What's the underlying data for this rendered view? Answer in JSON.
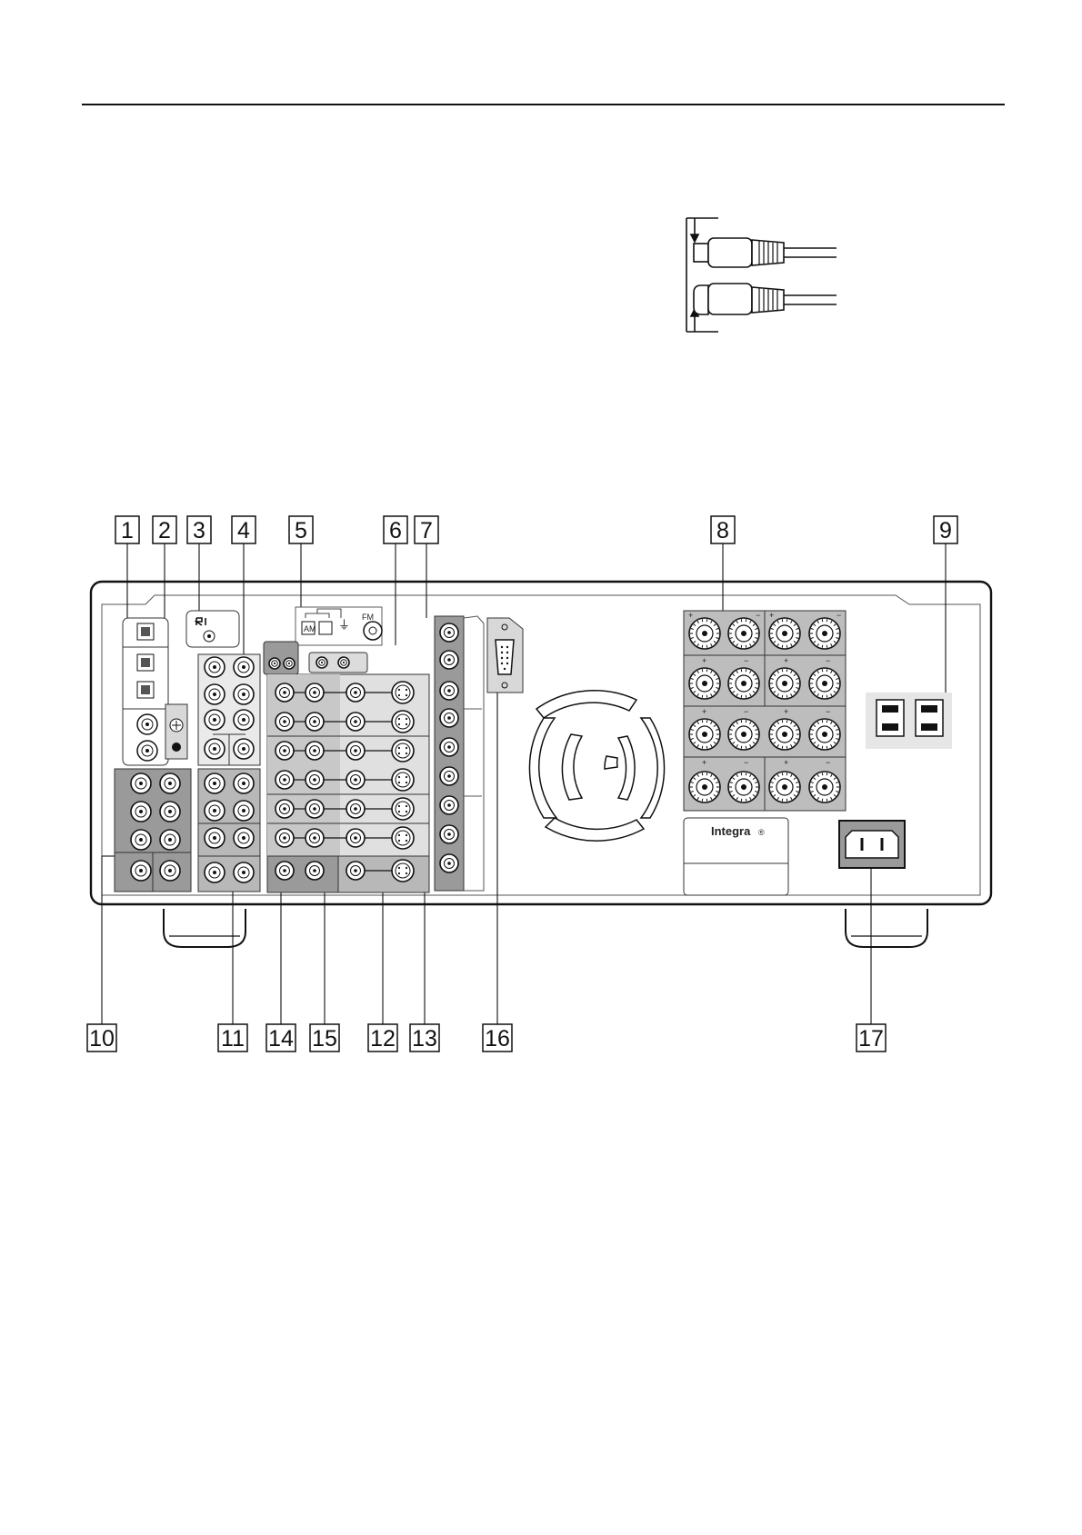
{
  "colors": {
    "ink": "#1a1a1a",
    "panel_gray": "#9a9a9a",
    "jack_gray": "#b8b8b8",
    "light_gray": "#e6e6e6"
  },
  "brand": {
    "logo": "Integra",
    "registered_mark": "®",
    "antenna_section": "FM",
    "antenna_am_symbol": "⏚"
  },
  "callouts": {
    "top": [
      "1",
      "2",
      "3",
      "4",
      "5",
      "6",
      "7",
      "8",
      "9"
    ],
    "bottom": [
      "10",
      "11",
      "14",
      "15",
      "12",
      "13",
      "16",
      "17"
    ]
  },
  "speaker_terminal_signs": {
    "plus": "+",
    "minus": "−"
  }
}
